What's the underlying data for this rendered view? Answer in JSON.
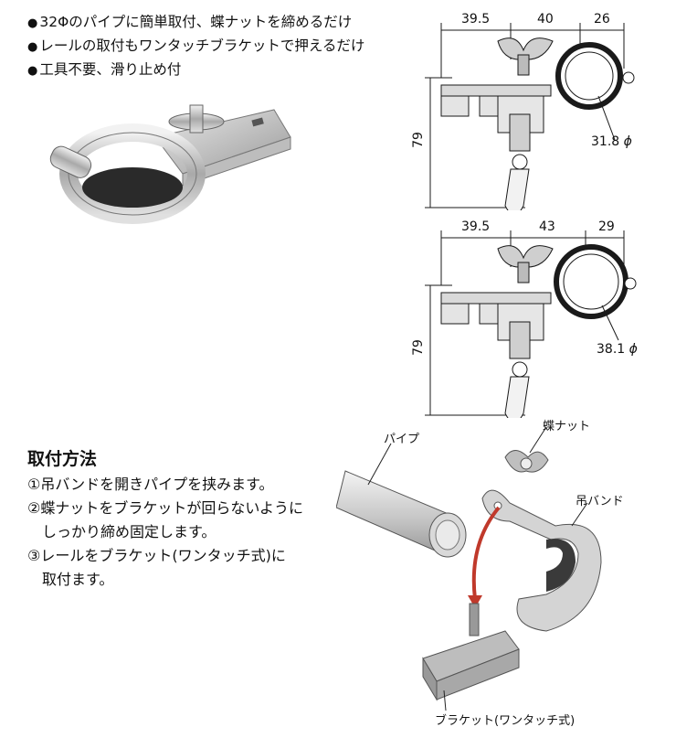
{
  "features": [
    "32Φのパイプに簡単取付、蝶ナットを締めるだけ",
    "レールの取付もワンタッチブラケットで押えるだけ",
    "工具不要、滑り止め付"
  ],
  "bullet_symbol": "●",
  "diagrams": [
    {
      "widths": [
        "39.5",
        "40",
        "26"
      ],
      "height": "79",
      "diameter": "31.8",
      "phi": "ϕ"
    },
    {
      "widths": [
        "39.5",
        "43",
        "29"
      ],
      "height": "79",
      "diameter": "38.1",
      "phi": "ϕ"
    }
  ],
  "method": {
    "title": "取付方法",
    "steps": [
      "①吊バンドを開きパイプを挟みます。",
      "②蝶ナットをブラケットが回らないように",
      "しっかり締め固定します。",
      "③レールをブラケット(ワンタッチ式)に",
      "取付ます。"
    ]
  },
  "install_labels": {
    "pipe": "パイプ",
    "wing_nut": "蝶ナット",
    "hanging_band": "吊バンド",
    "bracket": "ブラケット(ワンタッチ式)"
  },
  "colors": {
    "line": "#1a1a1a",
    "metal": "#c8c8c8",
    "arrow": "#c0392b"
  }
}
